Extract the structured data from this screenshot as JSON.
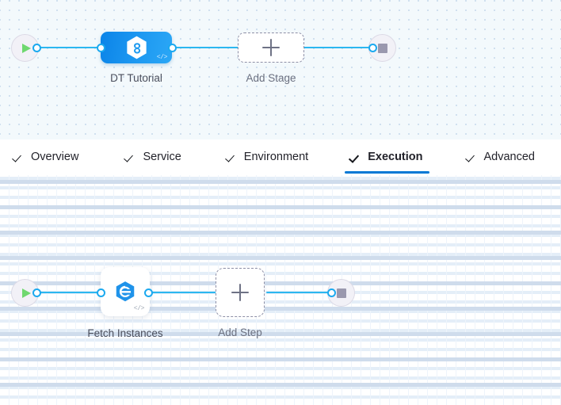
{
  "stage_canvas": {
    "name": "pipeline-stage-canvas",
    "start_node": {
      "icon": "play-icon",
      "title": "Start"
    },
    "end_node": {
      "icon": "stop-icon",
      "title": "End"
    },
    "stage": {
      "label": "DT Tutorial",
      "icon": "harness-hexagon-icon",
      "badge_icon": "code-tag-icon",
      "badge_text": "</>"
    },
    "add_stage": {
      "label": "Add Stage",
      "icon": "plus-icon"
    }
  },
  "tabs": {
    "name": "stage-config-tabs",
    "items": [
      {
        "label": "Overview",
        "icon": "check-icon",
        "active": false
      },
      {
        "label": "Service",
        "icon": "check-icon",
        "active": false
      },
      {
        "label": "Environment",
        "icon": "check-icon",
        "active": false
      },
      {
        "label": "Execution",
        "icon": "check-icon",
        "active": true
      },
      {
        "label": "Advanced",
        "icon": "check-icon",
        "active": false
      }
    ]
  },
  "step_canvas": {
    "name": "execution-step-canvas",
    "start_node": {
      "icon": "play-icon",
      "title": "Start"
    },
    "end_node": {
      "icon": "stop-icon",
      "title": "End"
    },
    "step": {
      "label": "Fetch Instances",
      "icon": "harness-e-hexagon-icon",
      "badge_text": "</>"
    },
    "add_step": {
      "label": "Add Step",
      "icon": "plus-icon"
    }
  },
  "colors": {
    "accent_blue": "#0278d5",
    "connector_blue": "#2cb7f0",
    "stage_blue_dark": "#0b84e8",
    "stage_blue_light": "#2ba7f6",
    "play_green": "#6fd86f",
    "stop_gray": "#9a98ae",
    "canvas_top_bg": "#f3f9fc",
    "canvas_bottom_bg": "#ffffff",
    "dashed_border": "#8d8fa6"
  }
}
